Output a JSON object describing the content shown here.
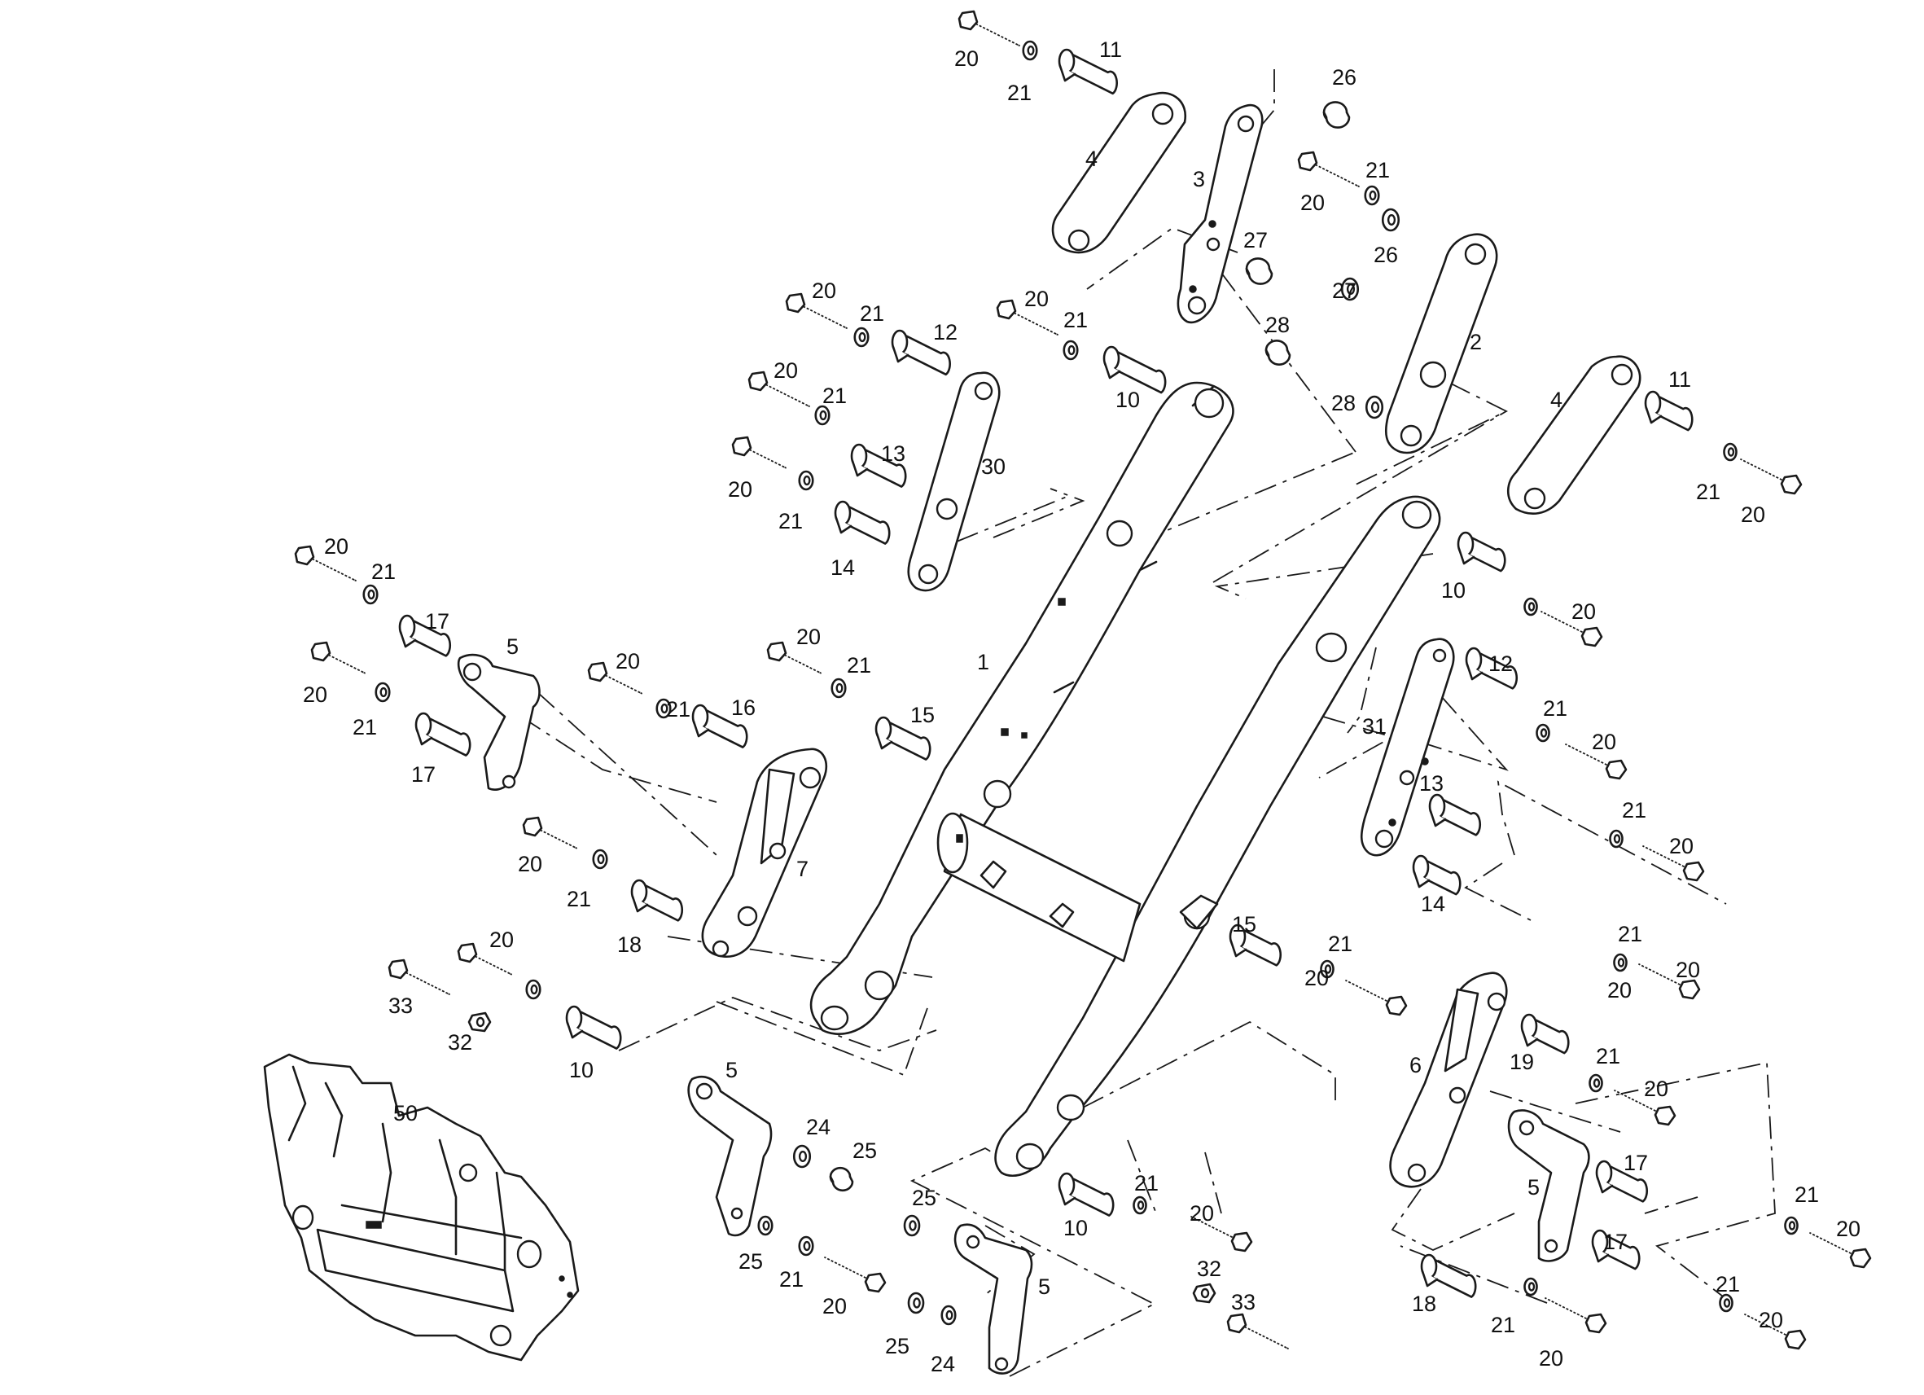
{
  "colors": {
    "line": "#1a1a1a",
    "background": "#ffffff"
  },
  "callouts": [
    {
      "id": "c1",
      "text": "20"
    },
    {
      "id": "c2",
      "text": "11"
    },
    {
      "id": "c3",
      "text": "21"
    },
    {
      "id": "c4",
      "text": "26"
    },
    {
      "id": "c5",
      "text": "4"
    },
    {
      "id": "c6",
      "text": "3"
    },
    {
      "id": "c7",
      "text": "21"
    },
    {
      "id": "c8",
      "text": "20"
    },
    {
      "id": "c9",
      "text": "27"
    },
    {
      "id": "c10",
      "text": "26"
    },
    {
      "id": "c11",
      "text": "27"
    },
    {
      "id": "c12",
      "text": "20"
    },
    {
      "id": "c13",
      "text": "28"
    },
    {
      "id": "c14",
      "text": "21"
    },
    {
      "id": "c15",
      "text": "12"
    },
    {
      "id": "c16",
      "text": "20"
    },
    {
      "id": "c17",
      "text": "21"
    },
    {
      "id": "c18",
      "text": "2"
    },
    {
      "id": "c19",
      "text": "20"
    },
    {
      "id": "c20",
      "text": "21"
    },
    {
      "id": "c21",
      "text": "10"
    },
    {
      "id": "c22",
      "text": "28"
    },
    {
      "id": "c23",
      "text": "4"
    },
    {
      "id": "c24",
      "text": "11"
    },
    {
      "id": "c25",
      "text": "13"
    },
    {
      "id": "c26",
      "text": "30"
    },
    {
      "id": "c27",
      "text": "20"
    },
    {
      "id": "c28",
      "text": "21"
    },
    {
      "id": "c29",
      "text": "21"
    },
    {
      "id": "c30",
      "text": "20"
    },
    {
      "id": "c31",
      "text": "14"
    },
    {
      "id": "c32",
      "text": "20"
    },
    {
      "id": "c33",
      "text": "21"
    },
    {
      "id": "c34",
      "text": "10"
    },
    {
      "id": "c35",
      "text": "20"
    },
    {
      "id": "c36",
      "text": "17"
    },
    {
      "id": "c37",
      "text": "5"
    },
    {
      "id": "c38",
      "text": "20"
    },
    {
      "id": "c39",
      "text": "20"
    },
    {
      "id": "c40",
      "text": "21"
    },
    {
      "id": "c41",
      "text": "1"
    },
    {
      "id": "c42",
      "text": "12"
    },
    {
      "id": "c43",
      "text": "20"
    },
    {
      "id": "c44",
      "text": "21"
    },
    {
      "id": "c45",
      "text": "16"
    },
    {
      "id": "c46",
      "text": "15"
    },
    {
      "id": "c47",
      "text": "21"
    },
    {
      "id": "c48",
      "text": "20"
    },
    {
      "id": "c49",
      "text": "21"
    },
    {
      "id": "c50",
      "text": "17"
    },
    {
      "id": "c51",
      "text": "31"
    },
    {
      "id": "c52",
      "text": "20"
    },
    {
      "id": "c53",
      "text": "13"
    },
    {
      "id": "c54",
      "text": "7"
    },
    {
      "id": "c55",
      "text": "21"
    },
    {
      "id": "c56",
      "text": "20"
    },
    {
      "id": "c57",
      "text": "21"
    },
    {
      "id": "c58",
      "text": "20"
    },
    {
      "id": "c59",
      "text": "18"
    },
    {
      "id": "c60",
      "text": "14"
    },
    {
      "id": "c61",
      "text": "15"
    },
    {
      "id": "c62",
      "text": "20"
    },
    {
      "id": "c63",
      "text": "21"
    },
    {
      "id": "c64",
      "text": "21"
    },
    {
      "id": "c65",
      "text": "20"
    },
    {
      "id": "c66",
      "text": "33"
    },
    {
      "id": "c67",
      "text": "20"
    },
    {
      "id": "c68",
      "text": "32"
    },
    {
      "id": "c69",
      "text": "10"
    },
    {
      "id": "c70",
      "text": "6"
    },
    {
      "id": "c71",
      "text": "19"
    },
    {
      "id": "c72",
      "text": "21"
    },
    {
      "id": "c73",
      "text": "5"
    },
    {
      "id": "c74",
      "text": "20"
    },
    {
      "id": "c75",
      "text": "50"
    },
    {
      "id": "c76",
      "text": "24"
    },
    {
      "id": "c77",
      "text": "25"
    },
    {
      "id": "c78",
      "text": "17"
    },
    {
      "id": "c79",
      "text": "25"
    },
    {
      "id": "c80",
      "text": "21"
    },
    {
      "id": "c81",
      "text": "5"
    },
    {
      "id": "c82",
      "text": "10"
    },
    {
      "id": "c83",
      "text": "20"
    },
    {
      "id": "c84",
      "text": "21"
    },
    {
      "id": "c85",
      "text": "20"
    },
    {
      "id": "c86",
      "text": "25"
    },
    {
      "id": "c87",
      "text": "32"
    },
    {
      "id": "c88",
      "text": "17"
    },
    {
      "id": "c89",
      "text": "21"
    },
    {
      "id": "c90",
      "text": "21"
    },
    {
      "id": "c91",
      "text": "20"
    },
    {
      "id": "c92",
      "text": "5"
    },
    {
      "id": "c93",
      "text": "33"
    },
    {
      "id": "c94",
      "text": "18"
    },
    {
      "id": "c95",
      "text": "21"
    },
    {
      "id": "c96",
      "text": "20"
    },
    {
      "id": "c97",
      "text": "25"
    },
    {
      "id": "c98",
      "text": "24"
    },
    {
      "id": "c99",
      "text": "20"
    }
  ]
}
